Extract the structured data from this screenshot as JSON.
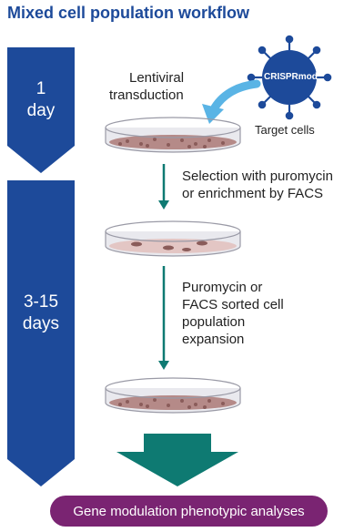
{
  "title": "Mixed cell population workflow",
  "timeline": [
    {
      "label_line1": "1",
      "label_line2": "day"
    },
    {
      "label_line1": "3-15",
      "label_line2": "days"
    }
  ],
  "virus": {
    "label": "CRISPRmod"
  },
  "labels": {
    "lentiviral_line1": "Lentiviral",
    "lentiviral_line2": "transduction",
    "target_cells": "Target cells",
    "selection_line1": "Selection with puromycin",
    "selection_line2": "or enrichment by FACS",
    "expansion_line1": "Puromycin or",
    "expansion_line2": "FACS sorted cell",
    "expansion_line3": "population",
    "expansion_line4": "expansion",
    "final": "Gene modulation phenotypic analyses"
  },
  "colors": {
    "timeline": "#1d4a9a",
    "arrow": "#0e7a72",
    "virus": "#1d4a9a",
    "transduction_arrow": "#5ab4e5",
    "final_box": "#7a2472"
  }
}
